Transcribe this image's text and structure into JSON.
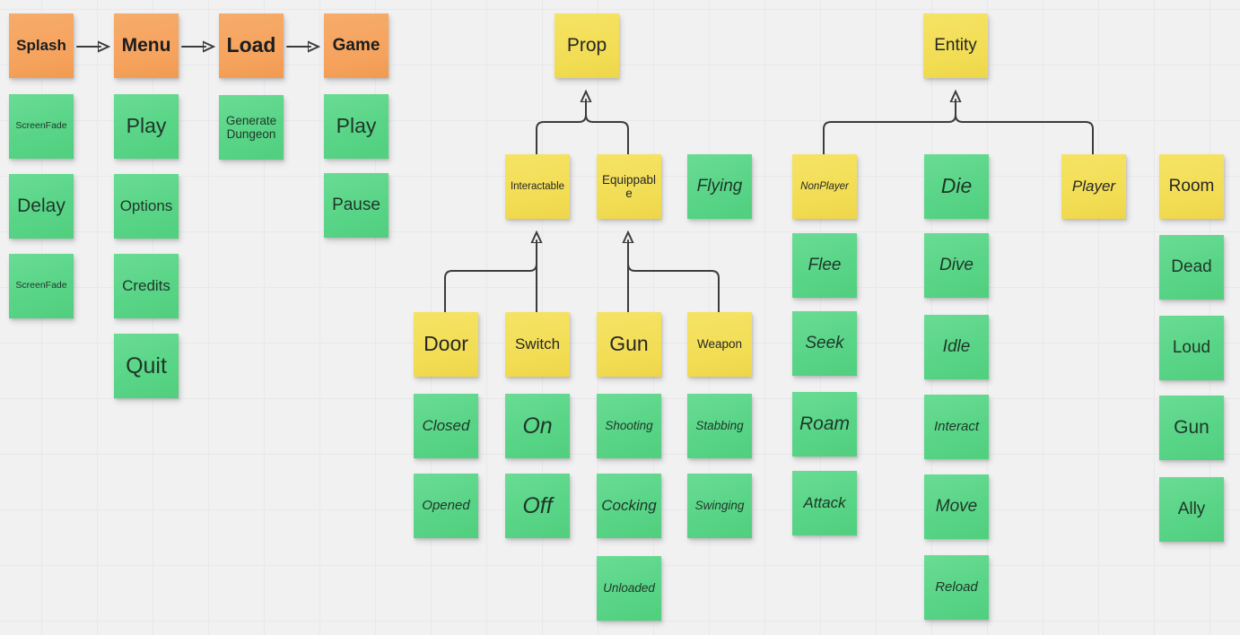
{
  "palette": {
    "background": "#f1f1f2",
    "grid_line": "#e8e8ea",
    "note_orange": "#f5a763",
    "note_yellow": "#f2de54",
    "note_green": "#56d384",
    "connector": "#3c3c3c",
    "text_dark": "#222222"
  },
  "flow": {
    "stages": [
      {
        "label": "Splash",
        "children": [
          "ScreenFade",
          "Delay",
          "ScreenFade"
        ]
      },
      {
        "label": "Menu",
        "children": [
          "Play",
          "Options",
          "Credits",
          "Quit"
        ]
      },
      {
        "label": "Load",
        "children": [
          "Generate Dungeon"
        ]
      },
      {
        "label": "Game",
        "children": [
          "Play",
          "Pause"
        ]
      }
    ]
  },
  "prop": {
    "root": "Prop",
    "categories": [
      {
        "label": "Interactable"
      },
      {
        "label": "Equippable"
      }
    ],
    "flying": "Flying",
    "classes": [
      {
        "label": "Door",
        "states": [
          "Closed",
          "Opened"
        ]
      },
      {
        "label": "Switch",
        "states": [
          "On",
          "Off"
        ]
      },
      {
        "label": "Gun",
        "states": [
          "Shooting",
          "Cocking",
          "Unloaded"
        ]
      },
      {
        "label": "Weapon",
        "states": [
          "Stabbing",
          "Swinging"
        ]
      }
    ]
  },
  "entity": {
    "root": "Entity",
    "nonplayer": {
      "label": "NonPlayer",
      "states": [
        "Flee",
        "Seek",
        "Roam",
        "Attack"
      ]
    },
    "common_states": [
      "Die",
      "Dive",
      "Idle",
      "Interact",
      "Move",
      "Reload"
    ],
    "player": {
      "label": "Player"
    },
    "room": {
      "label": "Room",
      "states": [
        "Dead",
        "Loud",
        "Gun",
        "Ally"
      ]
    }
  }
}
